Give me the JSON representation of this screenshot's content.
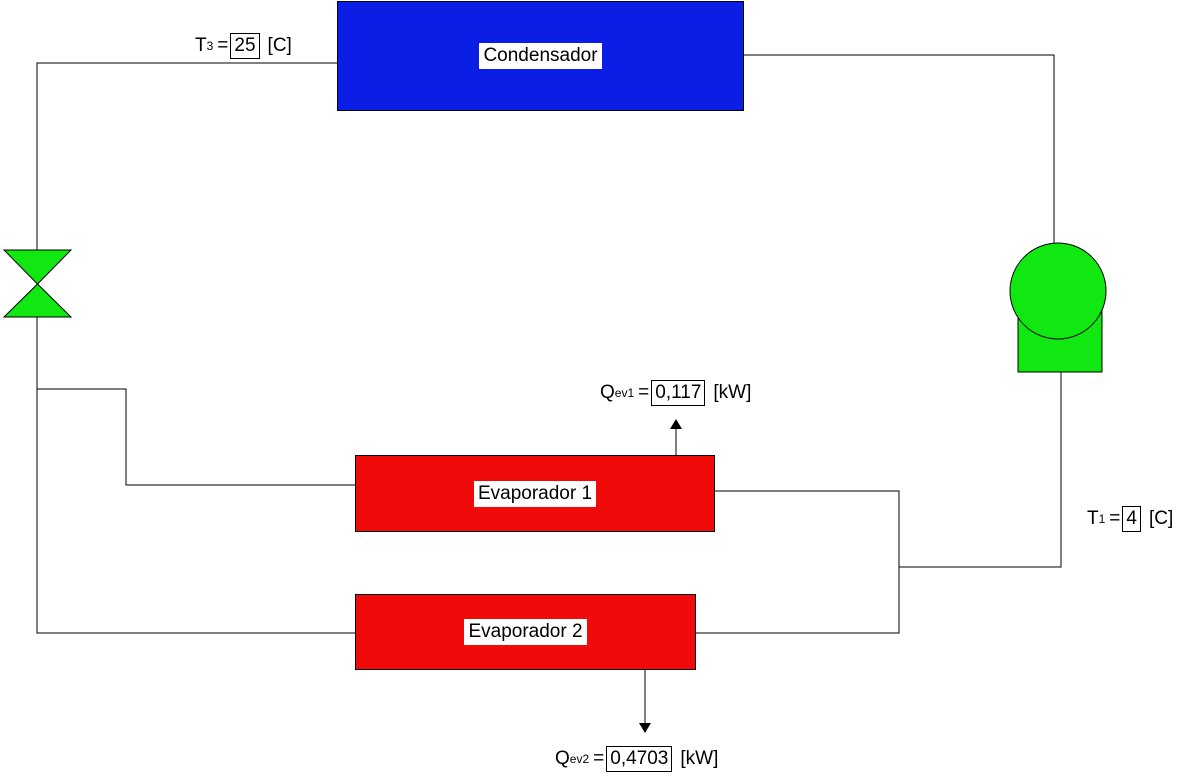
{
  "components": {
    "condenser": {
      "label": "Condensador",
      "color": "#0A1EE6"
    },
    "evaporator1": {
      "label": "Evaporador 1",
      "color": "#F00A0A"
    },
    "evaporator2": {
      "label": "Evaporador 2",
      "color": "#F00A0A"
    },
    "compressor": {
      "color": "#11E811"
    },
    "valve": {
      "color": "#11E811"
    }
  },
  "variables": {
    "t3": {
      "symbol": "T",
      "sub": "3",
      "eq": "=",
      "value": "25",
      "unit": "[C]"
    },
    "t1": {
      "symbol": "T",
      "sub": "1",
      "eq": "=",
      "value": "4",
      "unit": "[C]"
    },
    "qev1": {
      "symbol": "Q",
      "sub": "ev1",
      "eq": "=",
      "value": "0,117",
      "unit": "[kW]"
    },
    "qev2": {
      "symbol": "Q",
      "sub": "ev2",
      "eq": "=",
      "value": "0,4703",
      "unit": "[kW]"
    }
  }
}
